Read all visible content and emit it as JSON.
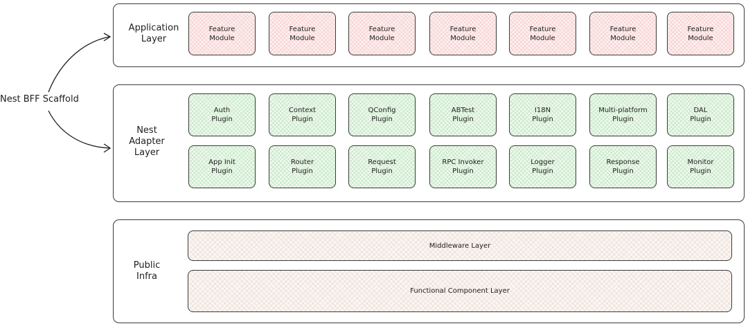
{
  "scaffold": {
    "label": "Nest BFF Scaffold"
  },
  "application_layer": {
    "label": "Application\nLayer",
    "modules": [
      "Feature\nModule",
      "Feature\nModule",
      "Feature\nModule",
      "Feature\nModule",
      "Feature\nModule",
      "Feature\nModule",
      "Feature\nModule"
    ]
  },
  "adapter_layer": {
    "label": "Nest\nAdapter\nLayer",
    "row1": [
      "Auth\nPlugin",
      "Context\nPlugin",
      "QConfig\nPlugin",
      "ABTest\nPlugin",
      "I18N\nPlugin",
      "Multi-platform\nPlugin",
      "DAL\nPlugin"
    ],
    "row2": [
      "App Init\nPlugin",
      "Router\nPlugin",
      "Request\nPlugin",
      "RPC Invoker\nPlugin",
      "Logger\nPlugin",
      "Response\nPlugin",
      "Monitor\nPlugin"
    ]
  },
  "public_infra": {
    "label": "Public\nInfra",
    "middleware": "Middleware Layer",
    "functional": "Functional Component Layer"
  },
  "colors": {
    "pink": "#fdf0f0",
    "green": "#eef9ee",
    "beige": "#faf5f2",
    "stroke": "#3a3a3a"
  }
}
